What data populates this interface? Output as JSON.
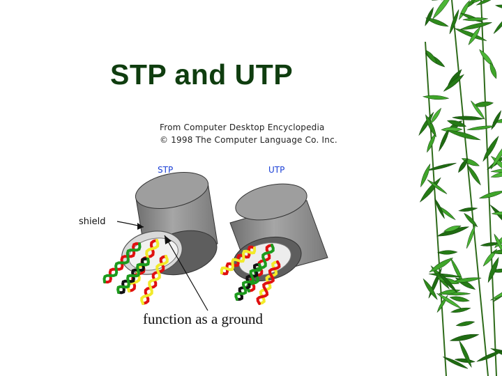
{
  "slide": {
    "title": "STP and UTP"
  },
  "figure": {
    "source_line_1": "From Computer Desktop Encyclopedia",
    "source_line_2": "© 1998 The Computer Language Co. Inc.",
    "stp_label": "STP",
    "utp_label": "UTP",
    "shield_label": "shield",
    "caption": "function as a ground"
  },
  "colors": {
    "title": "#0f3d0f",
    "cable_label": "#1a3fd6",
    "jacket": "#8c8c8c",
    "shield": "#d9d9d9",
    "wire_red": "#e01010",
    "wire_green": "#1c9a1c",
    "wire_yellow": "#f2ea2a",
    "wire_black": "#111111",
    "bamboo": "#2f8a1c"
  },
  "icons": {
    "background": "bamboo-leaves-decoration",
    "stp": "stp-cable-illustration",
    "utp": "utp-cable-illustration"
  }
}
